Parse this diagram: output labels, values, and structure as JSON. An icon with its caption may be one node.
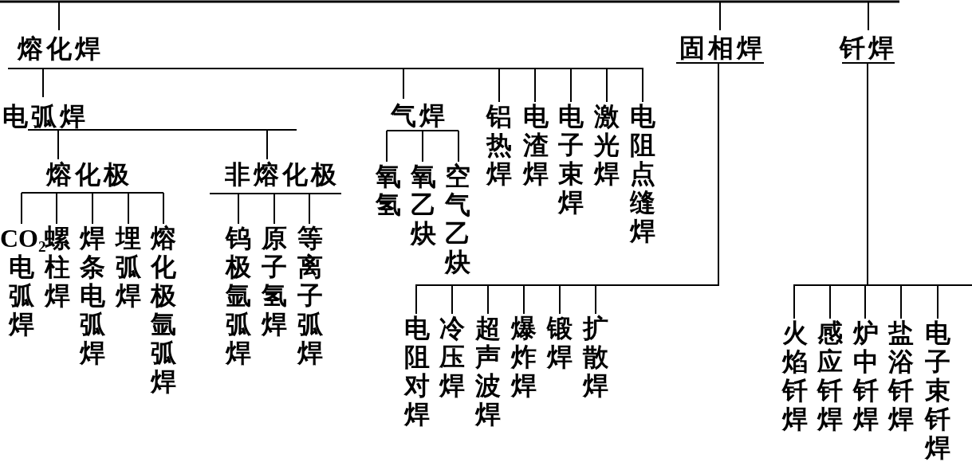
{
  "diagram": {
    "nodes": [
      {
        "text": [
          "熔化焊"
        ]
      },
      {
        "text": [
          "固相焊"
        ]
      },
      {
        "text": [
          "钎焊"
        ]
      },
      {
        "text": [
          "电弧焊"
        ]
      },
      {
        "text": [
          "气焊"
        ]
      },
      {
        "text": [
          "铝热焊"
        ]
      },
      {
        "text": [
          "电渣焊"
        ]
      },
      {
        "text": [
          "电子束焊"
        ]
      },
      {
        "text": [
          "激光焊"
        ]
      },
      {
        "text": [
          "电阻点缝焊"
        ]
      },
      {
        "text": [
          "熔化极"
        ]
      },
      {
        "text": [
          "非熔化极"
        ]
      },
      {
        "text": [
          "氧氢"
        ]
      },
      {
        "text": [
          "氧乙炔"
        ]
      },
      {
        "text": [
          "空气乙炔"
        ]
      },
      {
        "text": [
          "CO$_{2}$电弧焊"
        ]
      },
      {
        "text": [
          "螺柱焊"
        ]
      },
      {
        "text": [
          "焊条电弧焊"
        ]
      },
      {
        "text": [
          "埋弧焊"
        ]
      },
      {
        "text": [
          "熔化极氩弧焊"
        ]
      },
      {
        "text": [
          "钨极氩弧焊"
        ]
      },
      {
        "text": [
          "原子氢焊"
        ]
      },
      {
        "text": [
          "等离子弧焊"
        ]
      },
      {
        "text": [
          "电阻对焊"
        ]
      },
      {
        "text": [
          "冷压焊"
        ]
      },
      {
        "text": [
          "超声波焊"
        ]
      },
      {
        "text": [
          "爆炸焊"
        ]
      },
      {
        "text": [
          "锻焊"
        ]
      },
      {
        "text": [
          "扩散焊"
        ]
      },
      {
        "text": [
          "火焰钎焊"
        ]
      },
      {
        "text": [
          "感应钎焊"
        ]
      },
      {
        "text": [
          "炉中钎焊"
        ]
      },
      {
        "text": [
          "盐浴钎焊"
        ]
      },
      {
        "text": [
          "电子束钎焊"
        ]
      }
    ],
    "edges": [
      {
        "from": null,
        "to": 0,
        "arrow": "none"
      },
      {
        "from": null,
        "to": 1,
        "arrow": "none"
      },
      {
        "from": null,
        "to": 2,
        "arrow": "none"
      },
      {
        "from": 0,
        "to": 3,
        "arrow": "none"
      },
      {
        "from": 0,
        "to": 4,
        "arrow": "none"
      },
      {
        "from": 0,
        "to": 5,
        "arrow": "none"
      },
      {
        "from": 0,
        "to": 6,
        "arrow": "none"
      },
      {
        "from": 0,
        "to": 7,
        "arrow": "none"
      },
      {
        "from": 0,
        "to": 8,
        "arrow": "none"
      },
      {
        "from": 0,
        "to": 9,
        "arrow": "none"
      },
      {
        "from": 3,
        "to": 10,
        "arrow": "none"
      },
      {
        "from": 3,
        "to": 11,
        "arrow": "none"
      },
      {
        "from": 4,
        "to": 12,
        "arrow": "none"
      },
      {
        "from": 4,
        "to": 13,
        "arrow": "none"
      },
      {
        "from": 4,
        "to": 14,
        "arrow": "none"
      },
      {
        "from": 10,
        "to": 15,
        "arrow": "none"
      },
      {
        "from": 10,
        "to": 16,
        "arrow": "none"
      },
      {
        "from": 10,
        "to": 17,
        "arrow": "none"
      },
      {
        "from": 10,
        "to": 18,
        "arrow": "none"
      },
      {
        "from": 10,
        "to": 19,
        "arrow": "none"
      },
      {
        "from": 11,
        "to": 20,
        "arrow": "none"
      },
      {
        "from": 11,
        "to": 21,
        "arrow": "none"
      },
      {
        "from": 11,
        "to": 22,
        "arrow": "none"
      },
      {
        "from": 1,
        "to": 23,
        "arrow": "none"
      },
      {
        "from": 1,
        "to": 24,
        "arrow": "none"
      },
      {
        "from": 1,
        "to": 25,
        "arrow": "none"
      },
      {
        "from": 1,
        "to": 26,
        "arrow": "none"
      },
      {
        "from": 1,
        "to": 27,
        "arrow": "none"
      },
      {
        "from": 1,
        "to": 28,
        "arrow": "none"
      },
      {
        "from": 2,
        "to": 29,
        "arrow": "none"
      },
      {
        "from": 2,
        "to": 30,
        "arrow": "none"
      },
      {
        "from": 2,
        "to": 31,
        "arrow": "none"
      },
      {
        "from": 2,
        "to": 32,
        "arrow": "none"
      },
      {
        "from": 2,
        "to": 33,
        "arrow": "none"
      }
    ]
  }
}
